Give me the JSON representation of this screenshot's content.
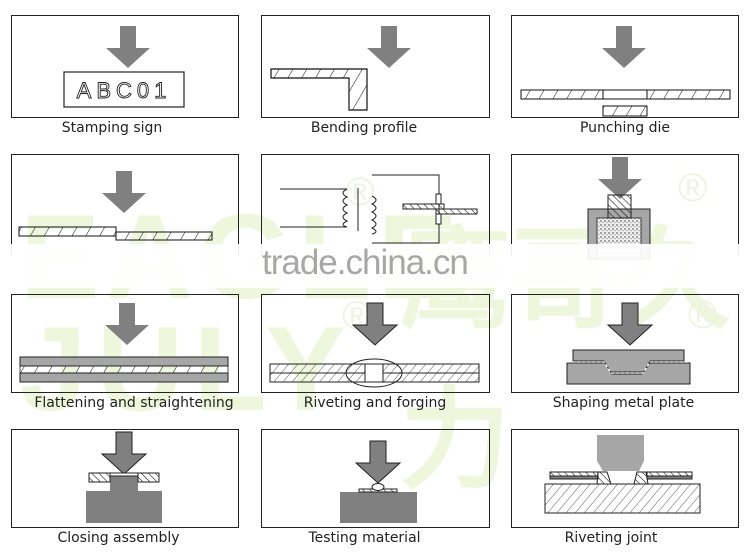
{
  "figure": {
    "title": "Metal pressing processes",
    "panels": [
      {
        "id": "stamping-sign",
        "caption": "Stamping sign",
        "stamp_text": "ABC01"
      },
      {
        "id": "bending-profile",
        "caption": "Bending profile"
      },
      {
        "id": "punching-die",
        "caption": "Punching die"
      },
      {
        "id": "lap-joining",
        "caption": ""
      },
      {
        "id": "welding",
        "caption": ""
      },
      {
        "id": "powder-compaction",
        "caption": ""
      },
      {
        "id": "flattening",
        "caption": "Flattening and straightening"
      },
      {
        "id": "riveting-forging",
        "caption": "Riveting and forging"
      },
      {
        "id": "shaping-plate",
        "caption": "Shaping metal plate"
      },
      {
        "id": "closing-assembly",
        "caption": "Closing assembly"
      },
      {
        "id": "testing-material",
        "caption": "Testing material"
      },
      {
        "id": "riveting-joint",
        "caption": "Riveting joint"
      }
    ]
  },
  "watermark": {
    "brand_top": "EAGLE",
    "brand_bottom": "JULY",
    "chinese": "鹰哥久力",
    "registered": "®",
    "site": "trade.china.cn"
  },
  "colors": {
    "arrow": "#808080",
    "die": "#a6a6a6",
    "watermark_green": "#eef6dc",
    "watermark_gray": "#a7a7a7"
  }
}
